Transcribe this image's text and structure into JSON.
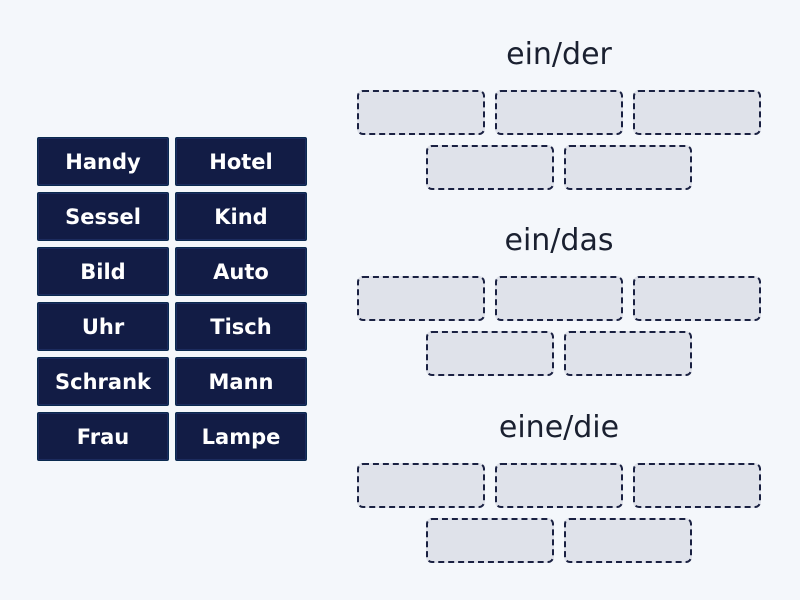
{
  "word_bank": {
    "tiles": [
      "Handy",
      "Hotel",
      "Sessel",
      "Kind",
      "Bild",
      "Auto",
      "Uhr",
      "Tisch",
      "Schrank",
      "Mann",
      "Frau",
      "Lampe"
    ]
  },
  "groups": [
    {
      "title": "ein/der",
      "slots_per_row": [
        3,
        2
      ]
    },
    {
      "title": "ein/das",
      "slots_per_row": [
        3,
        2
      ]
    },
    {
      "title": "eine/die",
      "slots_per_row": [
        3,
        2
      ]
    }
  ],
  "colors": {
    "background": "#f4f7fb",
    "tile": "#121c45",
    "tile_text": "#ffffff",
    "slot": "#dfe2ea",
    "slot_border": "#1a2142"
  }
}
